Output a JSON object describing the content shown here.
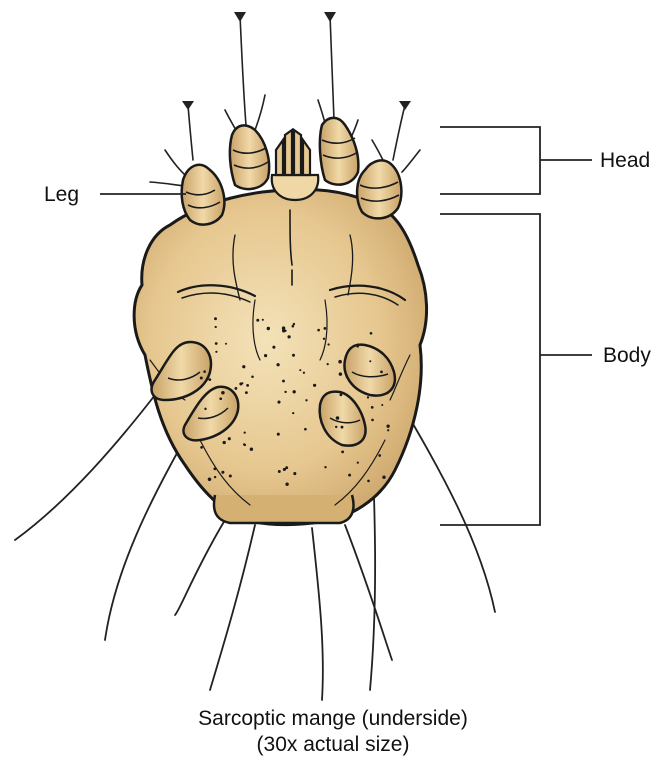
{
  "labels": {
    "leg": "Leg",
    "head": "Head",
    "body": "Body"
  },
  "caption": {
    "line1": "Sarcoptic mange (underside)",
    "line2": "(30x actual size)"
  },
  "colors": {
    "body_fill": "#e6c78f",
    "body_shade": "#c9a267",
    "body_highlight": "#f4e2b9",
    "outline": "#1a1a1a",
    "line": "#222222"
  }
}
